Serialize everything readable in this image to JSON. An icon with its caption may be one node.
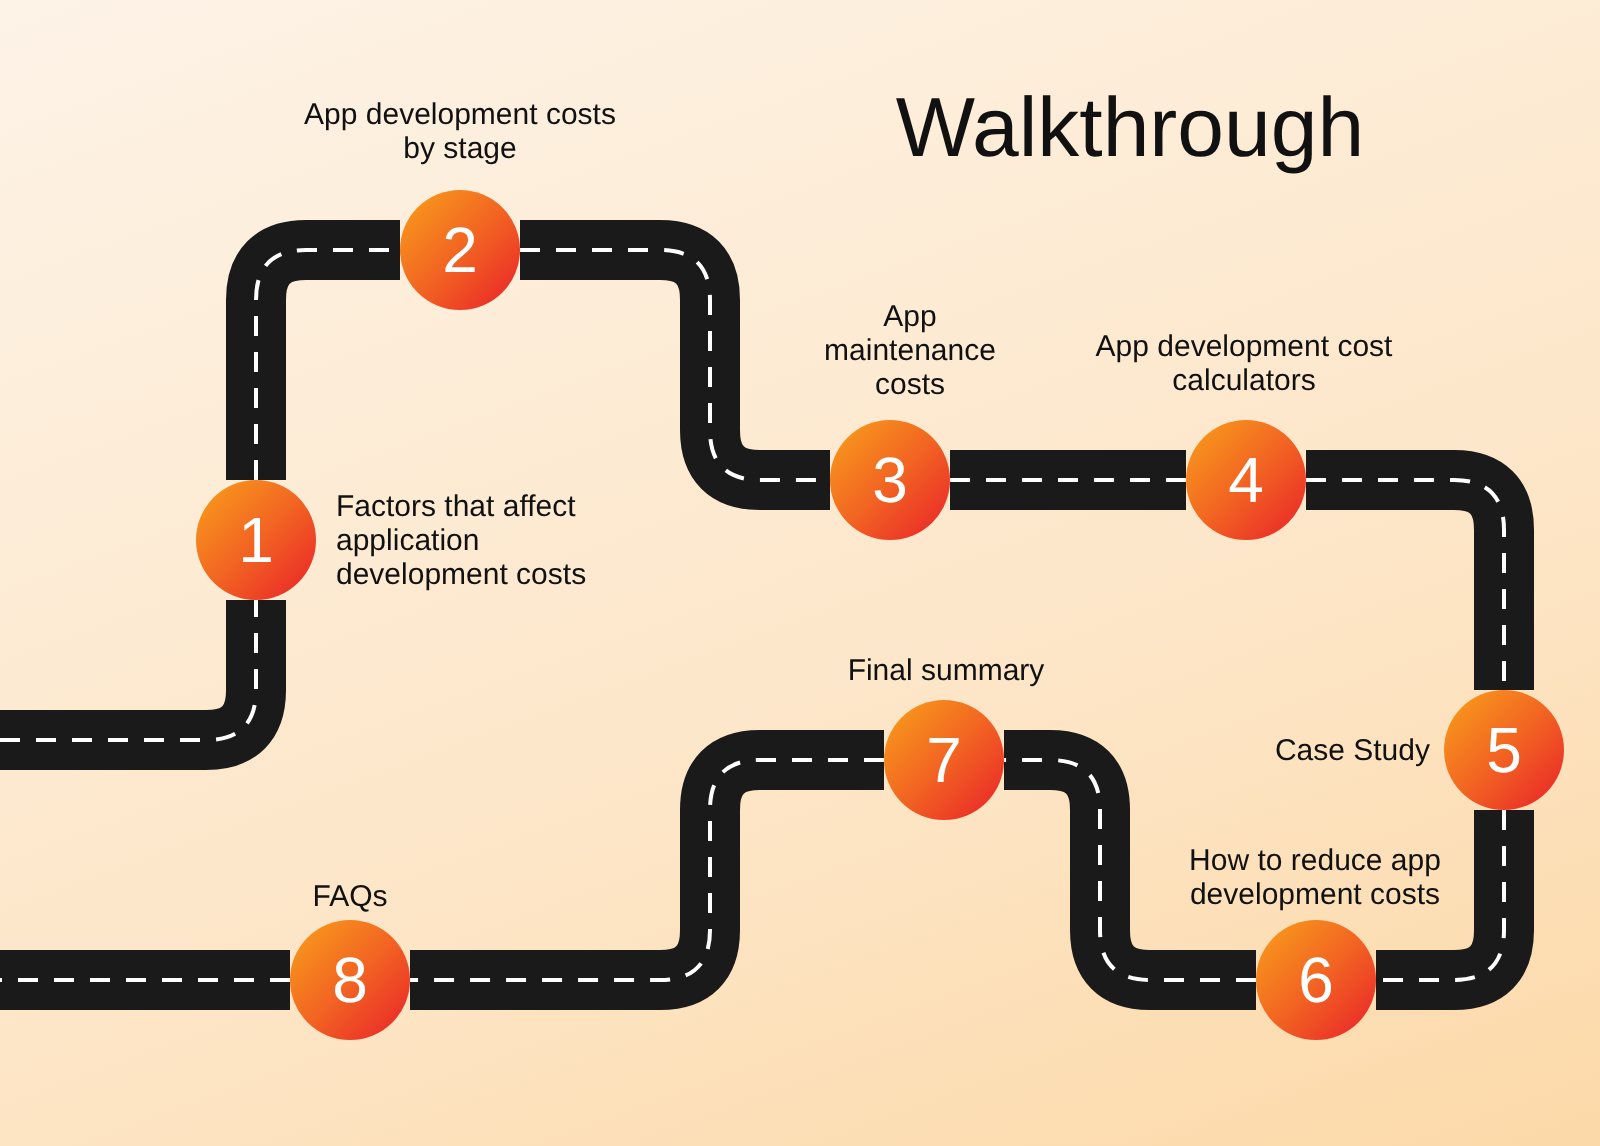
{
  "diagram": {
    "title": "Walkthrough",
    "nodes": [
      {
        "text": [
          "1"
        ],
        "beside": [
          "Factors that affect application development costs"
        ]
      },
      {
        "text": [
          "2"
        ],
        "beside": [
          "App development costs by stage"
        ]
      },
      {
        "text": [
          "3"
        ],
        "beside": [
          "App maintenance costs"
        ]
      },
      {
        "text": [
          "4"
        ],
        "beside": [
          "App development cost calculators"
        ]
      },
      {
        "text": [
          "5"
        ],
        "beside": [
          "Case Study"
        ]
      },
      {
        "text": [
          "6"
        ],
        "beside": [
          "How to reduce app development costs"
        ]
      },
      {
        "text": [
          "7"
        ],
        "beside": [
          "Final summary"
        ]
      },
      {
        "text": [
          "8"
        ],
        "beside": [
          "FAQs"
        ]
      }
    ],
    "edges": [
      {
        "from": null,
        "to": 0,
        "arrow": "none"
      },
      {
        "from": 0,
        "to": 1,
        "arrow": "none"
      },
      {
        "from": 1,
        "to": 2,
        "arrow": "none"
      },
      {
        "from": 2,
        "to": 3,
        "arrow": "none"
      },
      {
        "from": 3,
        "to": 4,
        "arrow": "none"
      },
      {
        "from": 4,
        "to": 5,
        "arrow": "none"
      },
      {
        "from": 5,
        "to": 6,
        "arrow": "none"
      },
      {
        "from": 6,
        "to": 7,
        "arrow": "none"
      },
      {
        "from": 7,
        "to": null,
        "arrow": "none"
      }
    ]
  }
}
